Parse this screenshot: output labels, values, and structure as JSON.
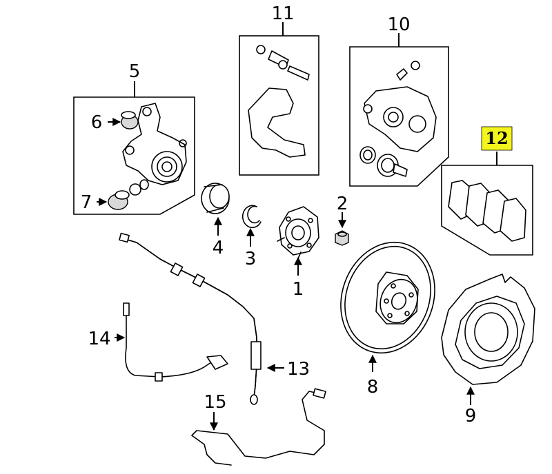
{
  "callouts": {
    "c1": "1",
    "c2": "2",
    "c3": "3",
    "c4": "4",
    "c5": "5",
    "c6": "6",
    "c7": "7",
    "c8": "8",
    "c9": "9",
    "c10": "10",
    "c11": "11",
    "c12": "12",
    "c13": "13",
    "c14": "14",
    "c15": "15"
  },
  "colors": {
    "highlight": "#f5f51e",
    "line": "#000000",
    "shade": "#d9d9d9"
  }
}
